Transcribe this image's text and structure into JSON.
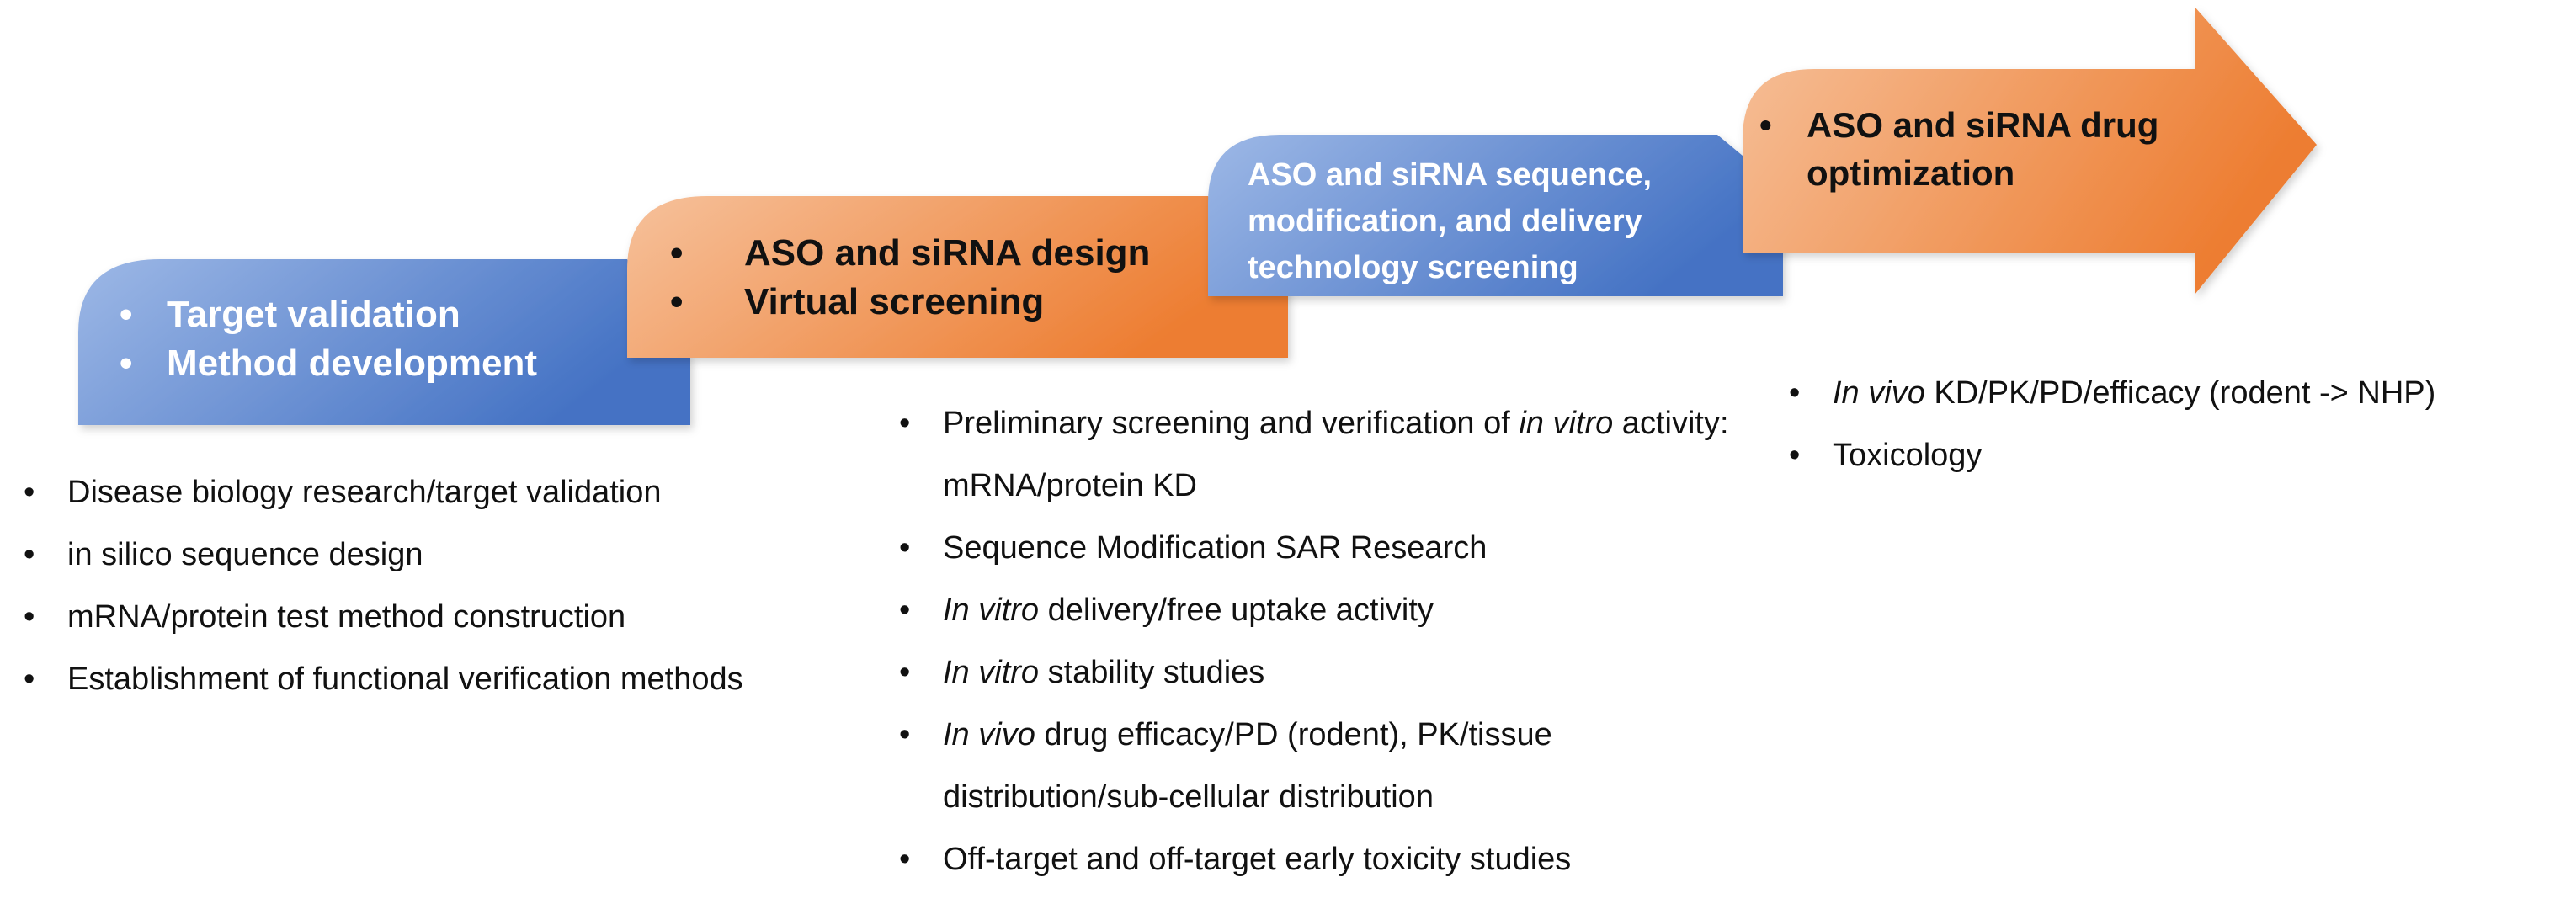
{
  "colors": {
    "blue_light": "#9db8e6",
    "blue_dark": "#4472c4",
    "orange_light": "#f6c19b",
    "orange_dark": "#ed7d31",
    "text_dark": "#111111",
    "text_light": "#ffffff"
  },
  "stages": {
    "stage1": {
      "items": [
        "Target validation",
        "Method development"
      ]
    },
    "stage2": {
      "items": [
        "ASO and siRNA design",
        "Virtual screening"
      ]
    },
    "stage3": {
      "title": "ASO and siRNA sequence,\nmodification, and delivery\ntechnology screening"
    },
    "stage4": {
      "items": [
        "ASO and siRNA drug\noptimization"
      ]
    }
  },
  "details": {
    "stage1": [
      "Disease biology research/target validation",
      "in silico sequence design",
      "mRNA/protein test method construction",
      "Establishment of functional verification methods"
    ],
    "stage2": [
      {
        "pre": "Preliminary screening and verification of ",
        "em": "in vitro",
        "post": " activity: mRNA/protein KD"
      },
      {
        "pre": "Sequence Modification SAR Research",
        "em": "",
        "post": ""
      },
      {
        "pre": "",
        "em": "In vitro",
        "post": " delivery/free uptake activity"
      },
      {
        "pre": "",
        "em": "In vitro",
        "post": " stability studies"
      },
      {
        "pre": "",
        "em": "In vivo",
        "post": " drug efficacy/PD (rodent), PK/tissue distribution/sub-cellular distribution"
      },
      {
        "pre": "Off-target and off-target early toxicity studies",
        "em": "",
        "post": ""
      }
    ],
    "stage3": [
      {
        "pre": "",
        "em": "In vivo",
        "post": " KD/PK/PD/efficacy (rodent -> NHP)"
      },
      {
        "pre": "Toxicology",
        "em": "",
        "post": ""
      }
    ]
  }
}
